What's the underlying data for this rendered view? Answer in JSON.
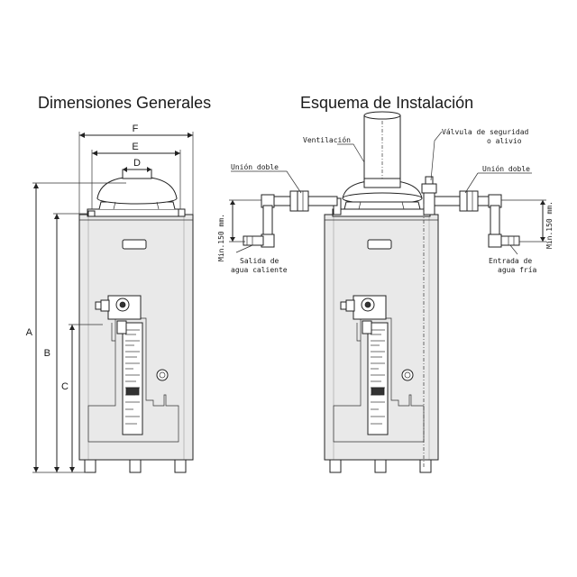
{
  "titles": {
    "left": "Dimensiones Generales",
    "right": "Esquema de Instalación"
  },
  "dimensions": {
    "a": "A",
    "b": "B",
    "c": "C",
    "d": "D",
    "e": "E",
    "f": "F"
  },
  "labels": {
    "ventilacion": "Ventilación",
    "valvula_line1": "Válvula de seguridad",
    "valvula_line2": "o alivio",
    "union_doble_left": "Unión doble",
    "union_doble_right": "Unión doble",
    "salida_line1": "Salida de",
    "salida_line2": "agua caliente",
    "entrada_line1": "Entrada de",
    "entrada_line2": "agua fría",
    "min_left": "Min.150 mm.",
    "min_right": "Min.150 mm."
  },
  "colors": {
    "line": "#222222",
    "shade": "#e9e9e9"
  }
}
